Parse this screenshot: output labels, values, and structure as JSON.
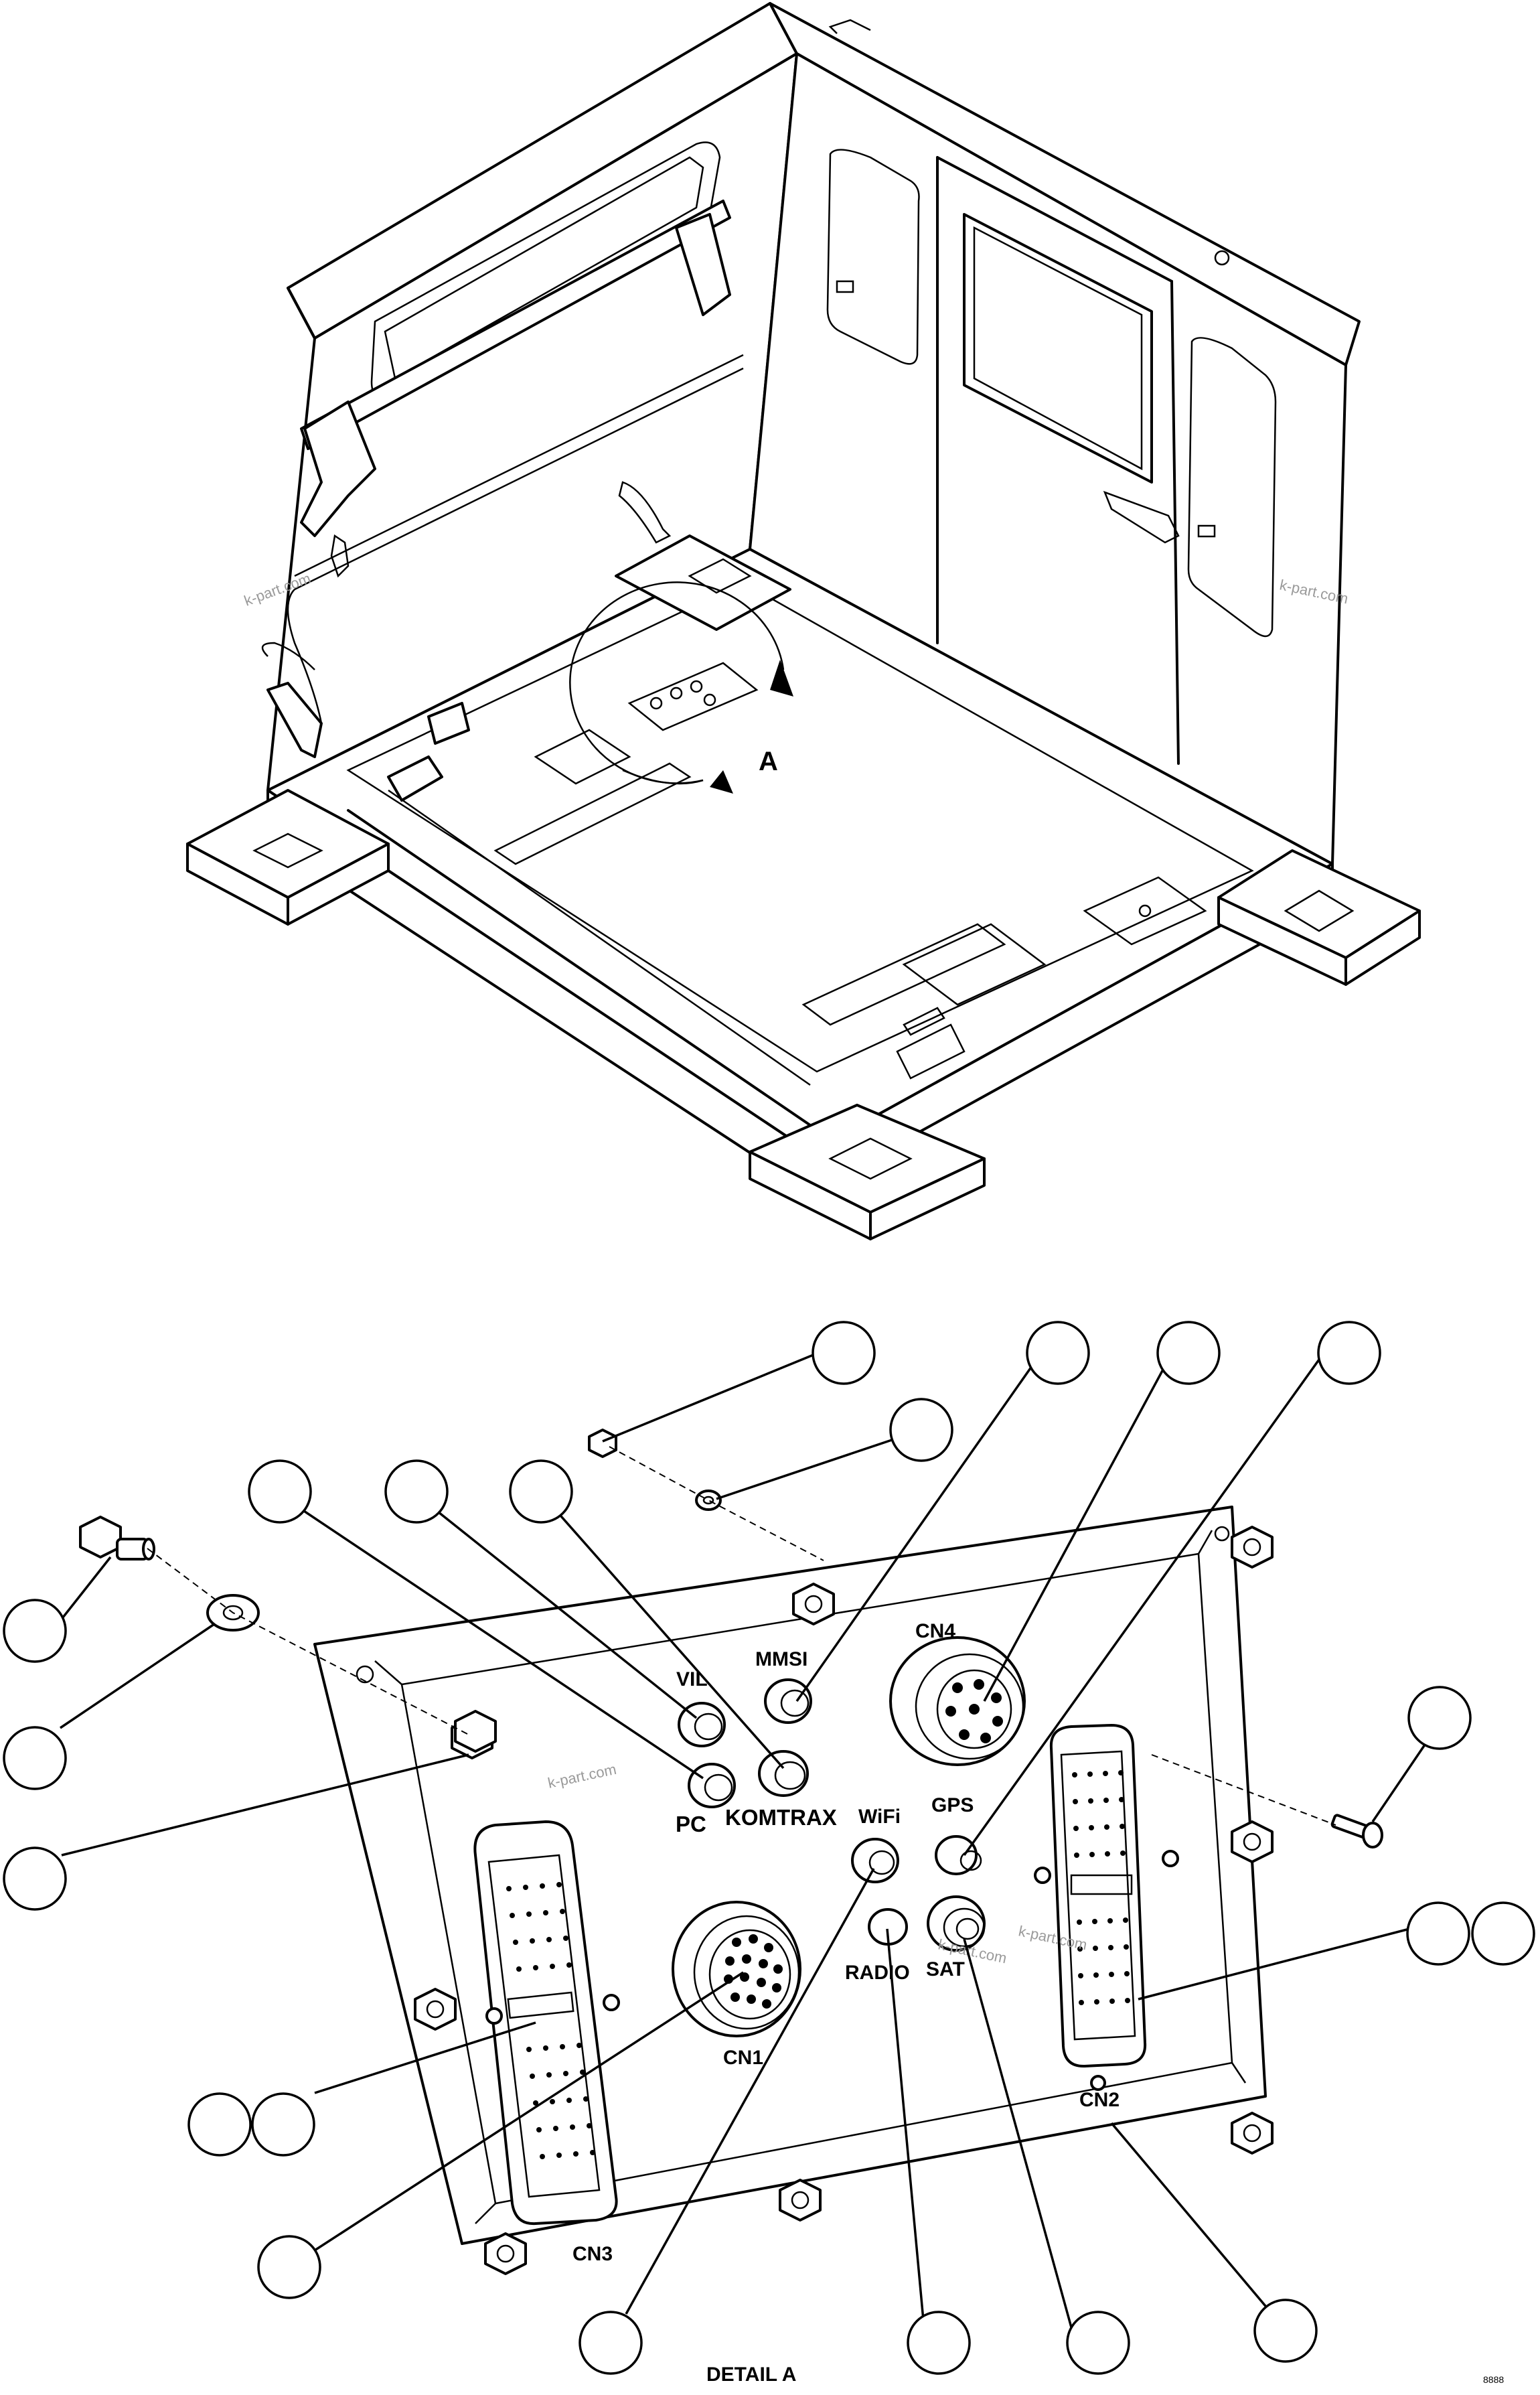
{
  "upper_view": {
    "detail_marker": "A",
    "watermarks": [
      "k-part.com",
      "k-part.com"
    ]
  },
  "detail_view": {
    "title": "DETAIL A",
    "connector_labels": {
      "vil": "VIL",
      "mmsi": "MMSI",
      "cn4": "CN4",
      "pc": "PC",
      "komtrax": "KOMTRAX",
      "wifi": "WiFi",
      "gps": "GPS",
      "radio": "RADIO",
      "sat": "SAT",
      "cn1": "CN1",
      "cn2": "CN2",
      "cn3": "CN3"
    },
    "watermarks": [
      "k-part.com",
      "k-part.com",
      "k-part.com"
    ],
    "callout_count": 21
  },
  "page_code": "8888"
}
